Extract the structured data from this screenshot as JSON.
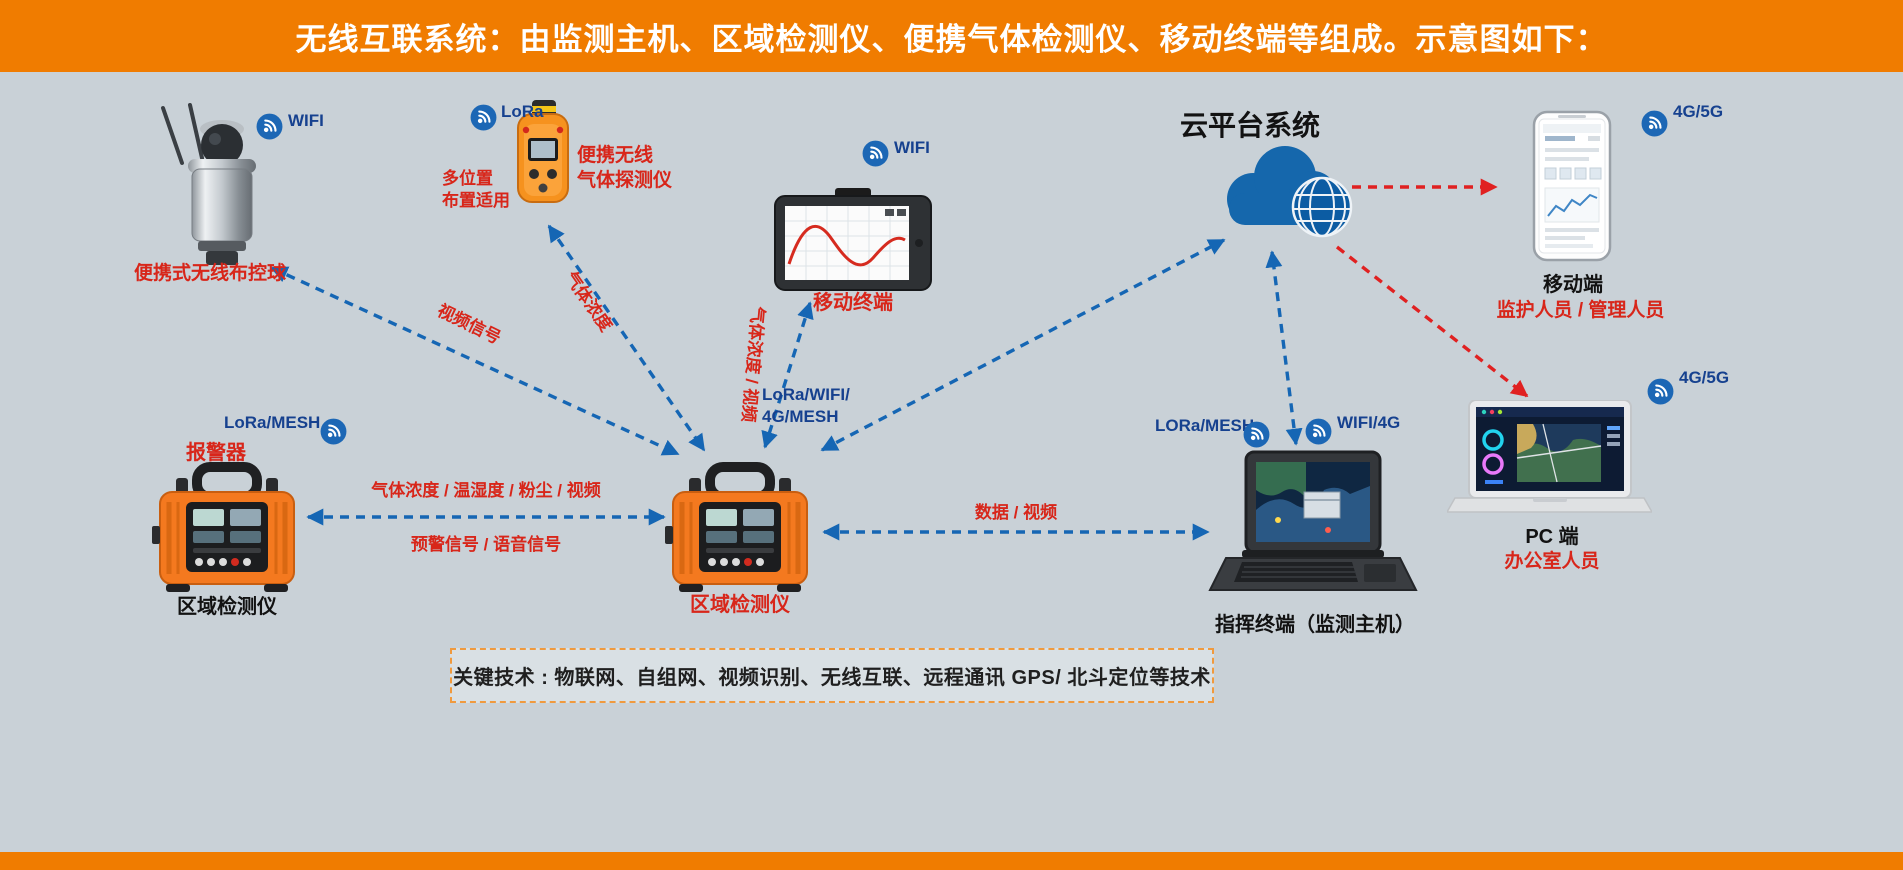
{
  "banner": {
    "title": "无线互联系统：由监测主机、区域检测仪、便携气体检测仪、移动终端等组成。示意图如下："
  },
  "palette": {
    "banner_orange": "#f07c00",
    "background_gray": "#c9d1d7",
    "link_blue": "#1566b4",
    "link_red": "#e02121",
    "text_red": "#d8261a",
    "text_blue": "#16418f",
    "text_dark": "#121212"
  },
  "nodes": {
    "ball": {
      "name": "便携式无线布控球",
      "signal": "WIFI"
    },
    "gas": {
      "name_line1": "便携无线",
      "name_line2": "气体探测仪",
      "signal": "LoRa",
      "note_line1": "多位置",
      "note_line2": "布置适用"
    },
    "tablet": {
      "name": "移动终端",
      "signal": "WIFI"
    },
    "cloud": {
      "name": "云平台系统"
    },
    "phone": {
      "name": "移动端",
      "people": "监护人员 / 管理人员",
      "signal": "4G/5G"
    },
    "pc": {
      "name": "PC 端",
      "people": "办公室人员",
      "signal": "4G/5G"
    },
    "alarm": {
      "name": "报警器",
      "type_label": "区域检测仪",
      "signal": "LoRa/MESH"
    },
    "detector": {
      "name": "区域检测仪"
    },
    "command": {
      "name": "指挥终端（监测主机）",
      "signal_left": "LORa/MESH",
      "signal_right": "WIFI/4G"
    }
  },
  "edges": {
    "video": "视频信号",
    "gas": "气体浓度",
    "gas_video": "气体浓度 / 视频",
    "mesh_line1": "LoRa/WIFI/",
    "mesh_line2": "4G/MESH",
    "sensors": "气体浓度 / 温湿度 / 粉尘 / 视频",
    "warning": "预警信号 / 语音信号",
    "data_video": "数据 / 视频"
  },
  "footer": {
    "tech": "关键技术 : 物联网、自组网、视频识别、无线互联、远程通讯 GPS/ 北斗定位等技术"
  }
}
